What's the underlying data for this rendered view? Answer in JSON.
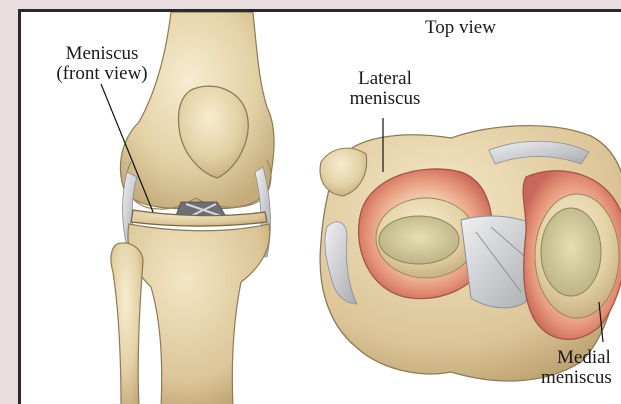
{
  "labels": {
    "top_view": "Top view",
    "meniscus_front_line1": "Meniscus",
    "meniscus_front_line2": "(front view)",
    "lateral_line1": "Lateral",
    "lateral_line2": "meniscus",
    "medial_line1": "Medial",
    "medial_line2": "meniscus"
  },
  "colors": {
    "bone": "#e8d9b0",
    "bone_shadow": "#c9b487",
    "meniscus": "#e8a081",
    "meniscus_dark": "#c96a5a",
    "ligament": "#d9dadd",
    "background": "#e9dde0"
  }
}
